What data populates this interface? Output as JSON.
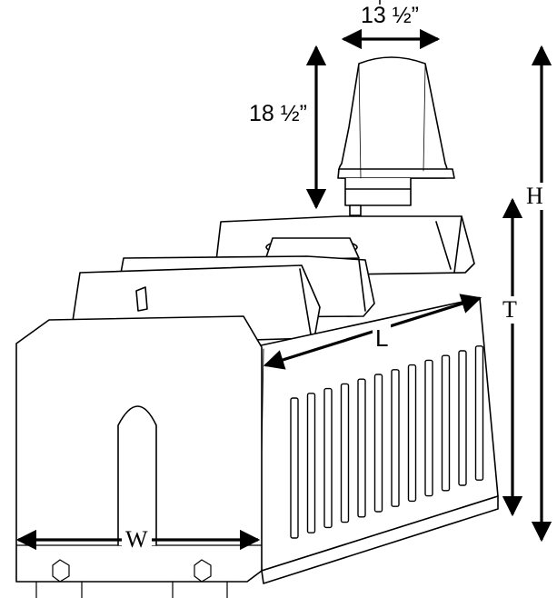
{
  "labels": {
    "antenna_height": "18 ½”",
    "antenna_width": "13 ½”",
    "overall_height": "H",
    "tank_height": "T",
    "length": "L",
    "width": "W"
  },
  "colors": {
    "line": "#000000",
    "fill": "#ffffff"
  }
}
